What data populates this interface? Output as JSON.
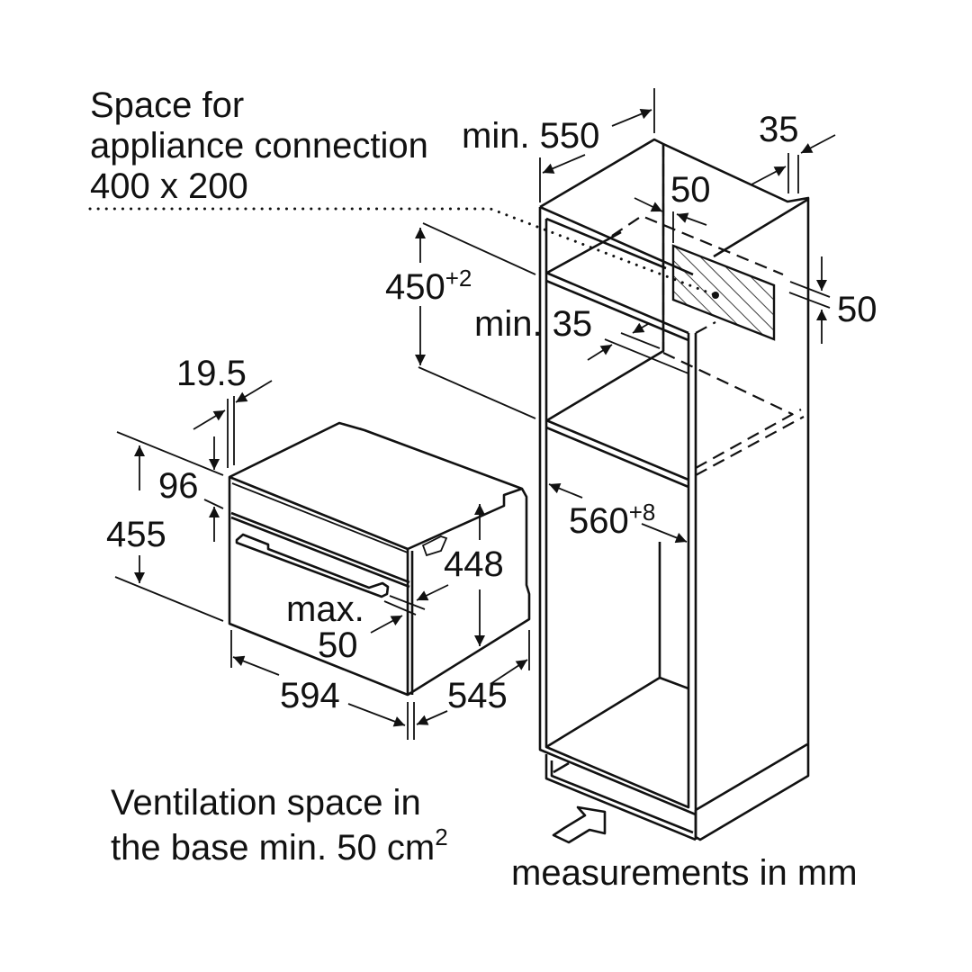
{
  "connection_note": [
    "Space for",
    "appliance connection",
    "400 x 200"
  ],
  "dimensions": {
    "cabinet_depth": "min. 550",
    "rear_gap": "35",
    "connection_offset": "50",
    "niche_height": "450",
    "niche_height_tol": "+2",
    "shelf_depth": "min. 35",
    "connection_height": "50",
    "niche_width": "560",
    "niche_width_tol": "+8",
    "front_panel": "19.5",
    "control_height": "96",
    "appliance_height": "455",
    "body_height": "448",
    "max_label": "max.",
    "max_value": "50",
    "appliance_width": "594",
    "appliance_depth": "545"
  },
  "ventilation_note": [
    "Ventilation space in",
    "the base min. 50 cm",
    "2"
  ],
  "units_note": "measurements in mm",
  "colors": {
    "line": "#111111",
    "background": "#ffffff"
  }
}
